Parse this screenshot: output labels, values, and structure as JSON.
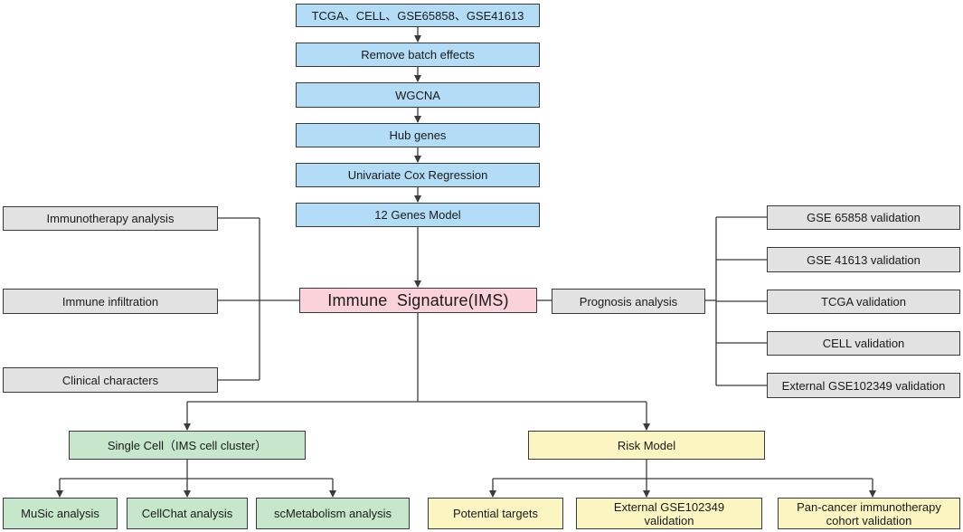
{
  "pipeline": {
    "step1": "TCGA、CELL、GSE65858、GSE41613",
    "step2": "Remove batch effects",
    "step3": "WGCNA",
    "step4": "Hub genes",
    "step5": "Univariate Cox Regression",
    "step6": "12 Genes Model"
  },
  "center": "Immune  Signature(IMS)",
  "left": {
    "immunotherapy": "Immunotherapy analysis",
    "infiltration": "Immune infiltration",
    "clinical": "Clinical characters"
  },
  "right": {
    "prognosis": "Prognosis analysis",
    "v1": "GSE 65858 validation",
    "v2": "GSE 41613 validation",
    "v3": "TCGA validation",
    "v4": "CELL validation",
    "v5": "External GSE102349 validation"
  },
  "single_cell": {
    "title": "Single Cell（IMS cell cluster）",
    "music": "MuSic analysis",
    "cellchat": "CellChat analysis",
    "scmetabolism": "scMetabolism analysis"
  },
  "risk_model": {
    "title": "Risk Model",
    "targets": "Potential targets",
    "external_line1": "External GSE102349",
    "external_line2": "validation",
    "pancancer_line1": "Pan-cancer immunotherapy",
    "pancancer_line2": "cohort validation"
  },
  "colors": {
    "blue": "#b3dcf6",
    "gray": "#e2e2e2",
    "pink": "#fbd2d9",
    "green": "#c6e7cc",
    "yellow": "#fbf5c2",
    "line": "#3a3a3a"
  }
}
